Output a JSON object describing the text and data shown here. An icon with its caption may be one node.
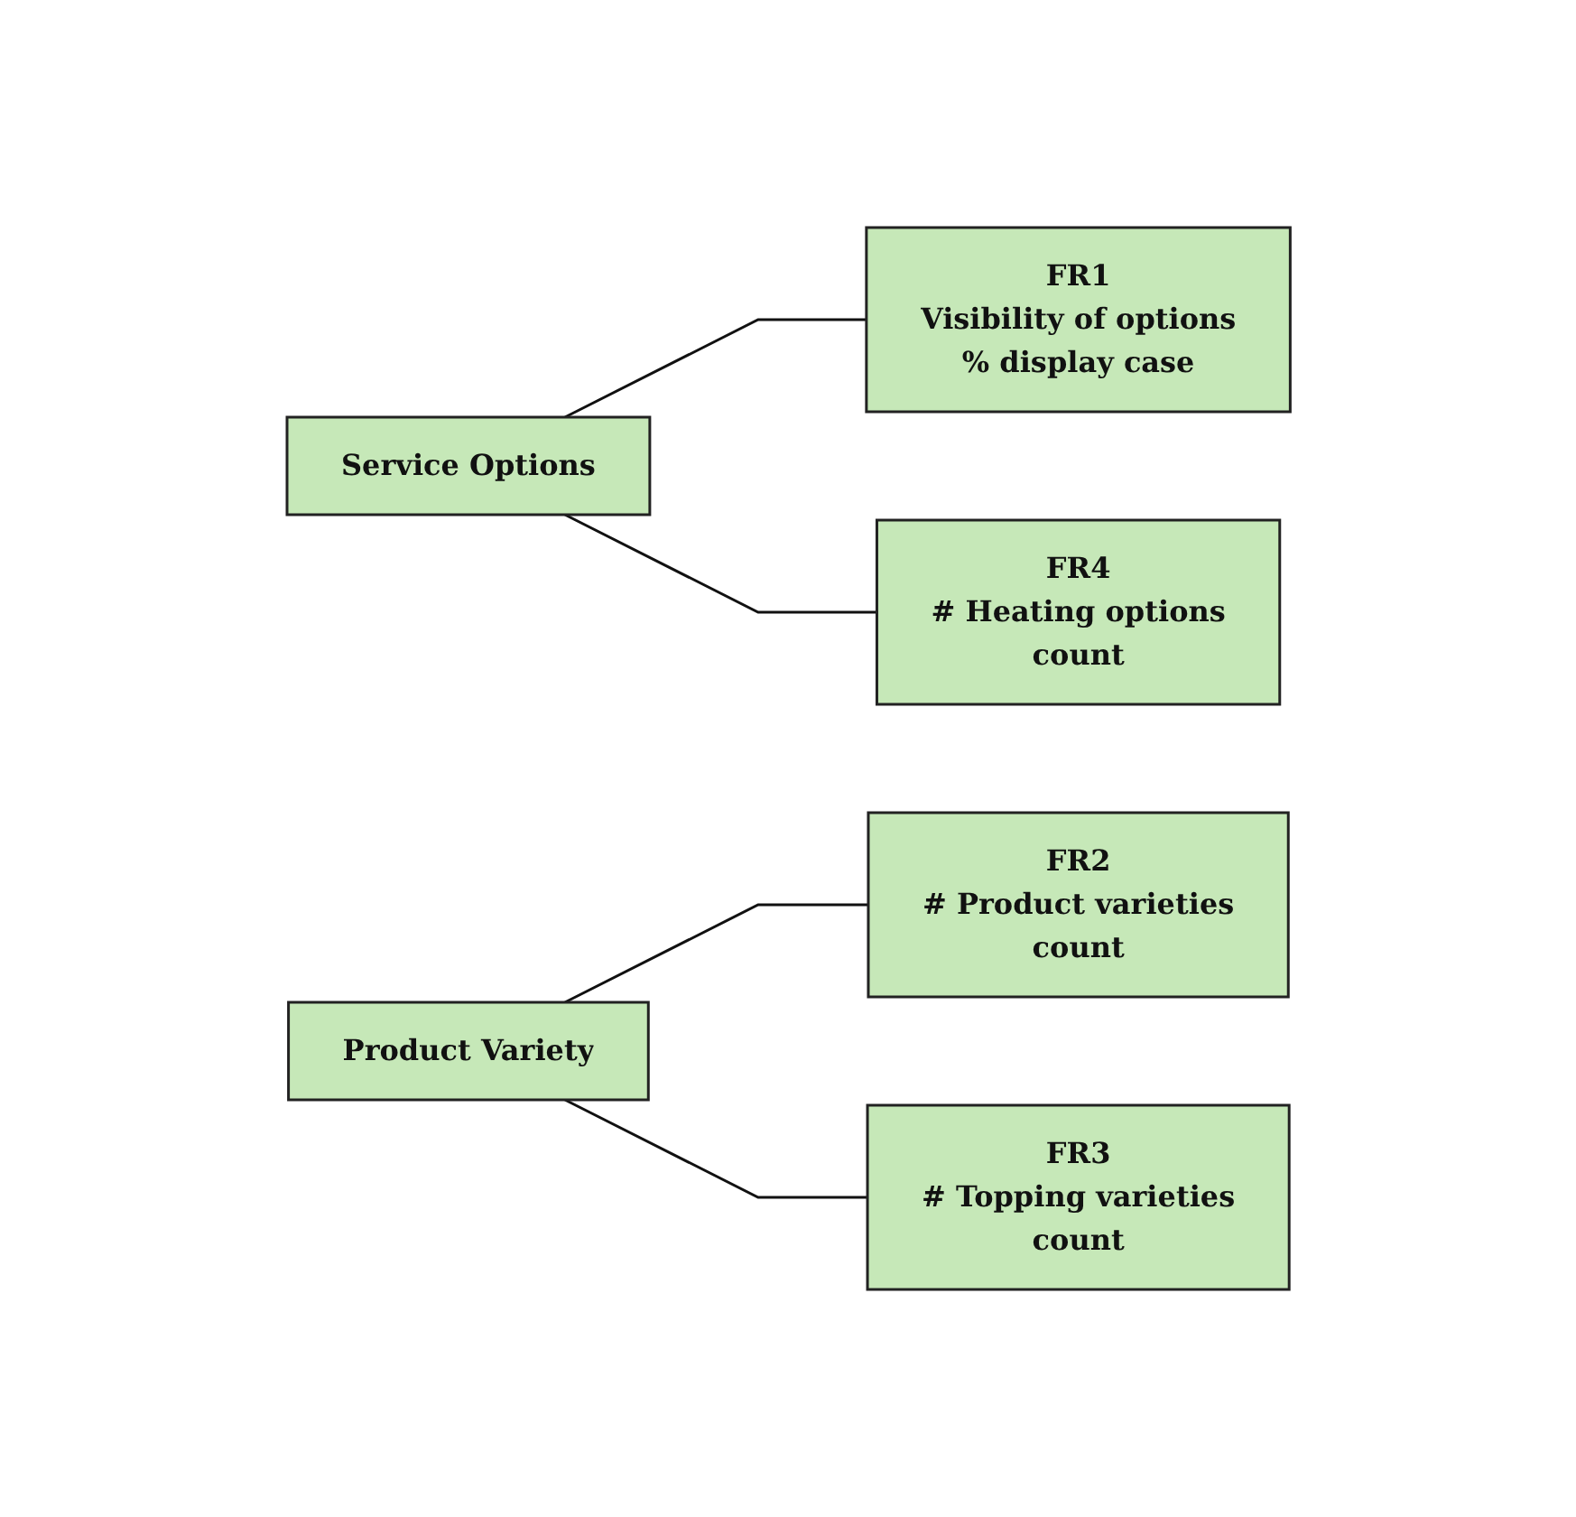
{
  "diagram": {
    "nodes": [
      {
        "text": [
          "Service Options"
        ]
      },
      {
        "text": [
          "FR1",
          "Visibility of options",
          "% display case"
        ]
      },
      {
        "text": [
          "FR4",
          "# Heating options",
          "count"
        ]
      },
      {
        "text": [
          "Product Variety"
        ]
      },
      {
        "text": [
          "FR2",
          "# Product varieties",
          "count"
        ]
      },
      {
        "text": [
          "FR3",
          "# Topping varieties",
          "count"
        ]
      }
    ],
    "edges": [
      {
        "from": 0,
        "to": 1,
        "arrow": "none"
      },
      {
        "from": 0,
        "to": 2,
        "arrow": "none"
      },
      {
        "from": 3,
        "to": 4,
        "arrow": "none"
      },
      {
        "from": 3,
        "to": 5,
        "arrow": "none"
      }
    ]
  }
}
